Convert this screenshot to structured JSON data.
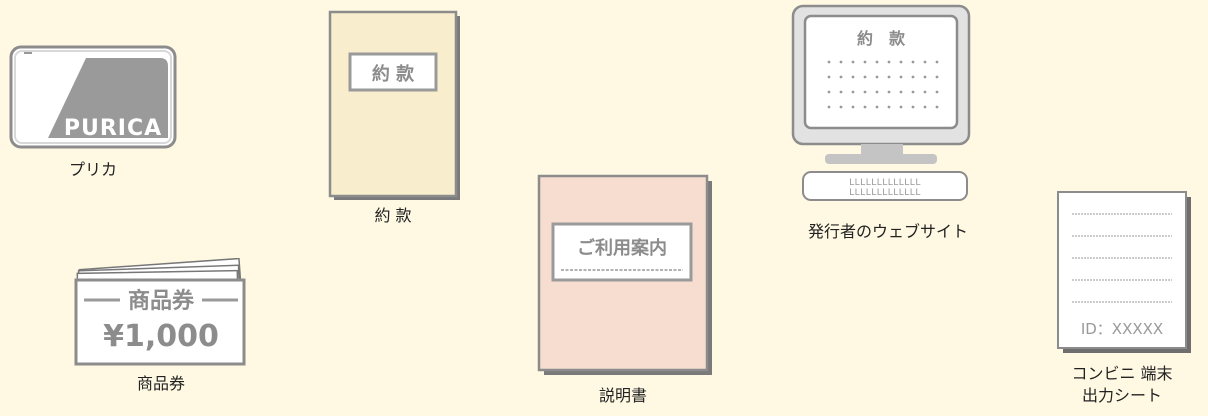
{
  "purica": {
    "card_text": "PURICA",
    "caption": "プリカ"
  },
  "gift": {
    "header": "商品券",
    "amount": "¥1,000",
    "caption": "商品券"
  },
  "terms": {
    "label": "約 款",
    "caption": "約 款"
  },
  "manual": {
    "label": "ご利用案内",
    "caption": "説明書"
  },
  "website": {
    "screen_title": "約　款",
    "caption": "発行者のウェブサイト"
  },
  "receipt": {
    "id_text": "ID：XXXXX",
    "caption_line1": "コンビニ 端末",
    "caption_line2": "出力シート"
  },
  "colors": {
    "background": "#fff9e3",
    "card_gray": "#9a9a9a",
    "terms_fill": "#f8eecd",
    "manual_fill": "#f6ddd0",
    "border_gray": "#8c8c8c"
  }
}
